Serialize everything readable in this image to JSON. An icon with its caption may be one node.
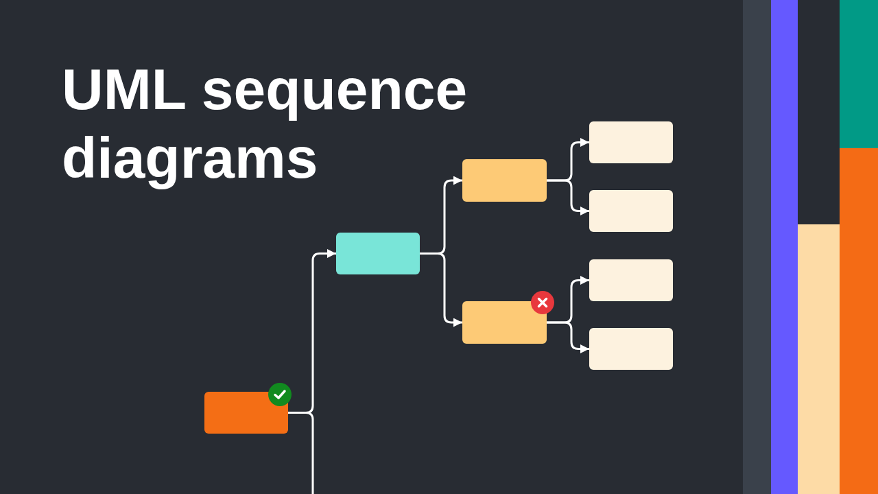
{
  "diagram": {
    "title": "UML sequence diagrams",
    "nodes": [
      {
        "text": [],
        "shape": "box"
      },
      {
        "text": [],
        "shape": "box"
      },
      {
        "text": [],
        "shape": "box"
      },
      {
        "text": [],
        "shape": "box"
      },
      {
        "text": [],
        "shape": "box"
      },
      {
        "text": [],
        "shape": "box"
      },
      {
        "text": [],
        "shape": "box"
      },
      {
        "text": [],
        "shape": "box"
      }
    ],
    "edges": [
      {
        "from": 0,
        "to": 1,
        "arrow": "to"
      },
      {
        "from": 0,
        "to": null,
        "arrow": "none"
      },
      {
        "from": 1,
        "to": 2,
        "arrow": "to"
      },
      {
        "from": 1,
        "to": 3,
        "arrow": "to"
      },
      {
        "from": 2,
        "to": 4,
        "arrow": "to"
      },
      {
        "from": 2,
        "to": 5,
        "arrow": "to"
      },
      {
        "from": 3,
        "to": 6,
        "arrow": "to"
      },
      {
        "from": 3,
        "to": 7,
        "arrow": "to"
      }
    ]
  }
}
